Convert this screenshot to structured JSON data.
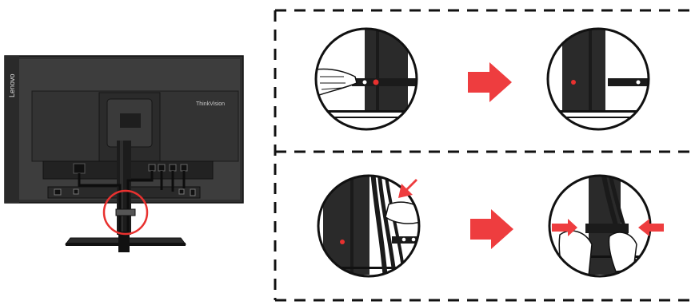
{
  "monitor": {
    "brand_logo": "Lenovo",
    "model_badge": "ThinkVision"
  },
  "colors": {
    "highlight_red": "#e8312f",
    "arrow_red": "#ee3d3f",
    "monitor_body": "#3a3a3a",
    "monitor_dark": "#1c1c1c",
    "dash": "#111111"
  },
  "steps": [
    {
      "id": "step-1",
      "icon": "strap-unbutton-icon"
    },
    {
      "id": "step-2",
      "icon": "strap-open-icon"
    },
    {
      "id": "step-3",
      "icon": "cables-routing-icon"
    },
    {
      "id": "step-4",
      "icon": "strap-fasten-icon"
    }
  ],
  "arrows": [
    "arrow-right-icon",
    "arrow-right-icon"
  ]
}
